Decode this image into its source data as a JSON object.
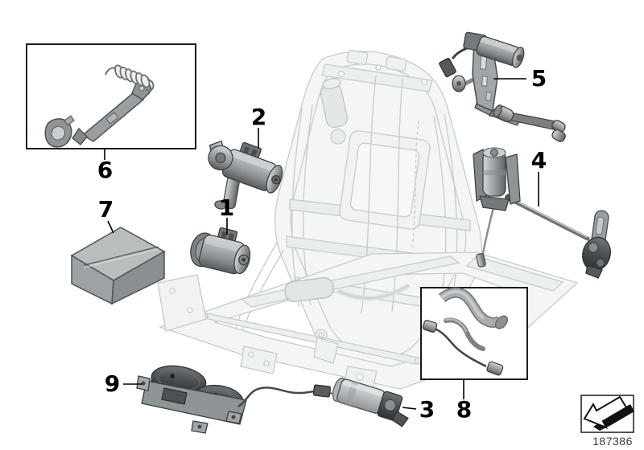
{
  "figure": {
    "type": "exploded-parts-diagram",
    "subject": "seat frame with electric drive units",
    "background_color": "#ffffff",
    "callout_color": "#000000",
    "ghost_frame_color": "#c6cbcd"
  },
  "callouts": [
    {
      "label": "1",
      "depicts": "gear-motor-small"
    },
    {
      "label": "2",
      "depicts": "gear-motor-with-down-spindle"
    },
    {
      "label": "3",
      "depicts": "gear-motor-cylindrical"
    },
    {
      "label": "4",
      "depicts": "drive-unit-with-rod-and-strap"
    },
    {
      "label": "5",
      "depicts": "drive-unit-on-bracket-with-rollers"
    },
    {
      "label": "6",
      "depicts": "repair-kit-lever-spring-clip",
      "boxed": true
    },
    {
      "label": "7",
      "depicts": "parts-carton-box"
    },
    {
      "label": "8",
      "depicts": "cable-and-sleeve-set",
      "boxed": true
    },
    {
      "label": "9",
      "depicts": "twin-rotor-drive-with-cable"
    }
  ],
  "stamp": {
    "drawing_number": "187386",
    "icon": "print-direction-arrow-icon"
  }
}
